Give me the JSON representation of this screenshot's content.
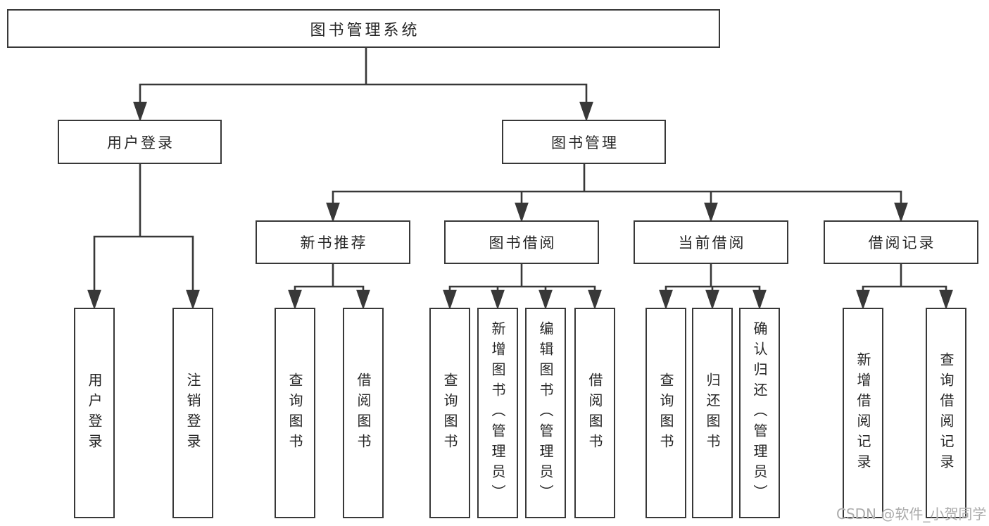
{
  "diagram_title": "图书管理系统",
  "nodes": {
    "root": {
      "label": "图书管理系统"
    },
    "level2": [
      {
        "label": "用户登录"
      },
      {
        "label": "图书管理"
      }
    ],
    "level3": [
      {
        "label": "新书推荐"
      },
      {
        "label": "图书借阅"
      },
      {
        "label": "当前借阅"
      },
      {
        "label": "借阅记录"
      }
    ],
    "leaves": {
      "user_login": [
        {
          "label": "用户登录"
        },
        {
          "label": "注销登录"
        }
      ],
      "new_book_recommend": [
        {
          "label": "查询图书"
        },
        {
          "label": "借阅图书"
        }
      ],
      "book_borrowing": [
        {
          "label": "查询图书"
        },
        {
          "label": "新增图书（管理员）"
        },
        {
          "label": "编辑图书（管理员）"
        },
        {
          "label": "借阅图书"
        }
      ],
      "current_borrowing": [
        {
          "label": "查询图书"
        },
        {
          "label": "归还图书"
        },
        {
          "label": "确认归还（管理员）"
        }
      ],
      "borrowing_records": [
        {
          "label": "新增借阅记录"
        },
        {
          "label": "查询借阅记录"
        }
      ]
    }
  },
  "watermark": "CSDN @软件_小贺同学",
  "colors": {
    "line": "#383838",
    "text": "#262626",
    "watermark": "#ababab",
    "background": "#ffffff"
  }
}
